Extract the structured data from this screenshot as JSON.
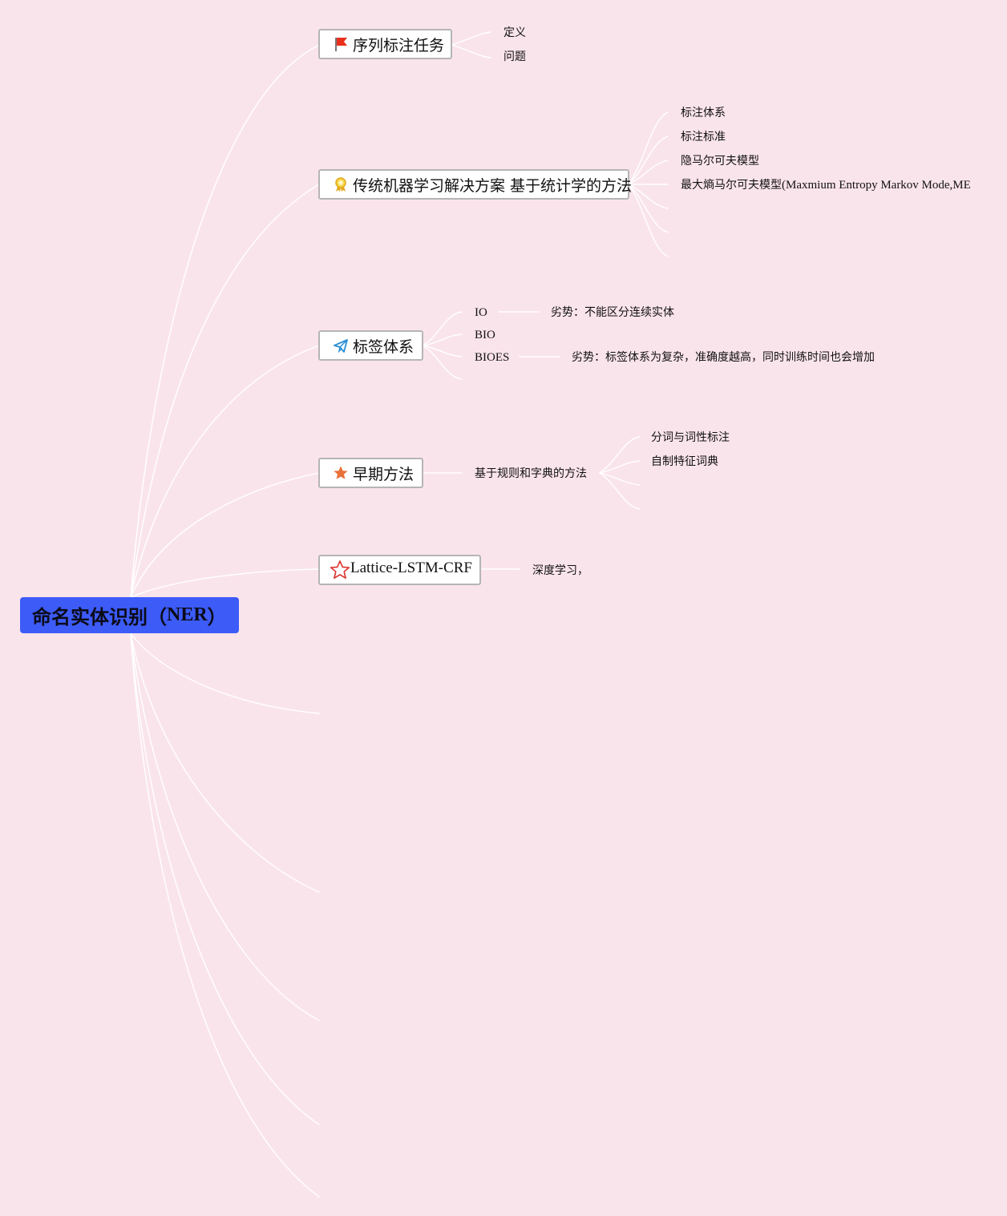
{
  "root": {
    "label_cn": "命名实体识别（",
    "label_en": "NER",
    "label_end": "）"
  },
  "topics": {
    "t1": {
      "label": "序列标注任务",
      "icon": "red-flag-icon",
      "children": [
        "定义",
        "问题"
      ]
    },
    "t2": {
      "label": "传统机器学习解决方案 基于统计学的方法",
      "icon": "award-ribbon-icon",
      "children": [
        "标注体系",
        "标注标准",
        "隐马尔可夫模型"
      ],
      "child4_cn": "最大熵马尔可夫模型",
      "child4_en": "(Maxmium Entropy Markov Mode,ME"
    },
    "t3": {
      "label": "标签体系",
      "icon": "paper-plane-icon",
      "io": "IO",
      "io_note": "劣势：不能区分连续实体",
      "bio": "BIO",
      "bioes": "BIOES",
      "bioes_note": "劣势：标签体系为复杂，准确度越高，同时训练时间也会增加"
    },
    "t4": {
      "label": "早期方法",
      "icon": "orange-star-icon",
      "child": "基于规则和字典的方法",
      "grandchildren": [
        "分词与词性标注",
        "自制特征词典"
      ]
    },
    "t5": {
      "label": "Lattice-LSTM-CRF",
      "icon": "red-outline-star-icon",
      "child": "深度学习，"
    }
  },
  "colors": {
    "background": "#fae4ec",
    "root_fill": "#3c5bf7",
    "connector": "#ffffff",
    "node_border": "#b5b5b5"
  }
}
